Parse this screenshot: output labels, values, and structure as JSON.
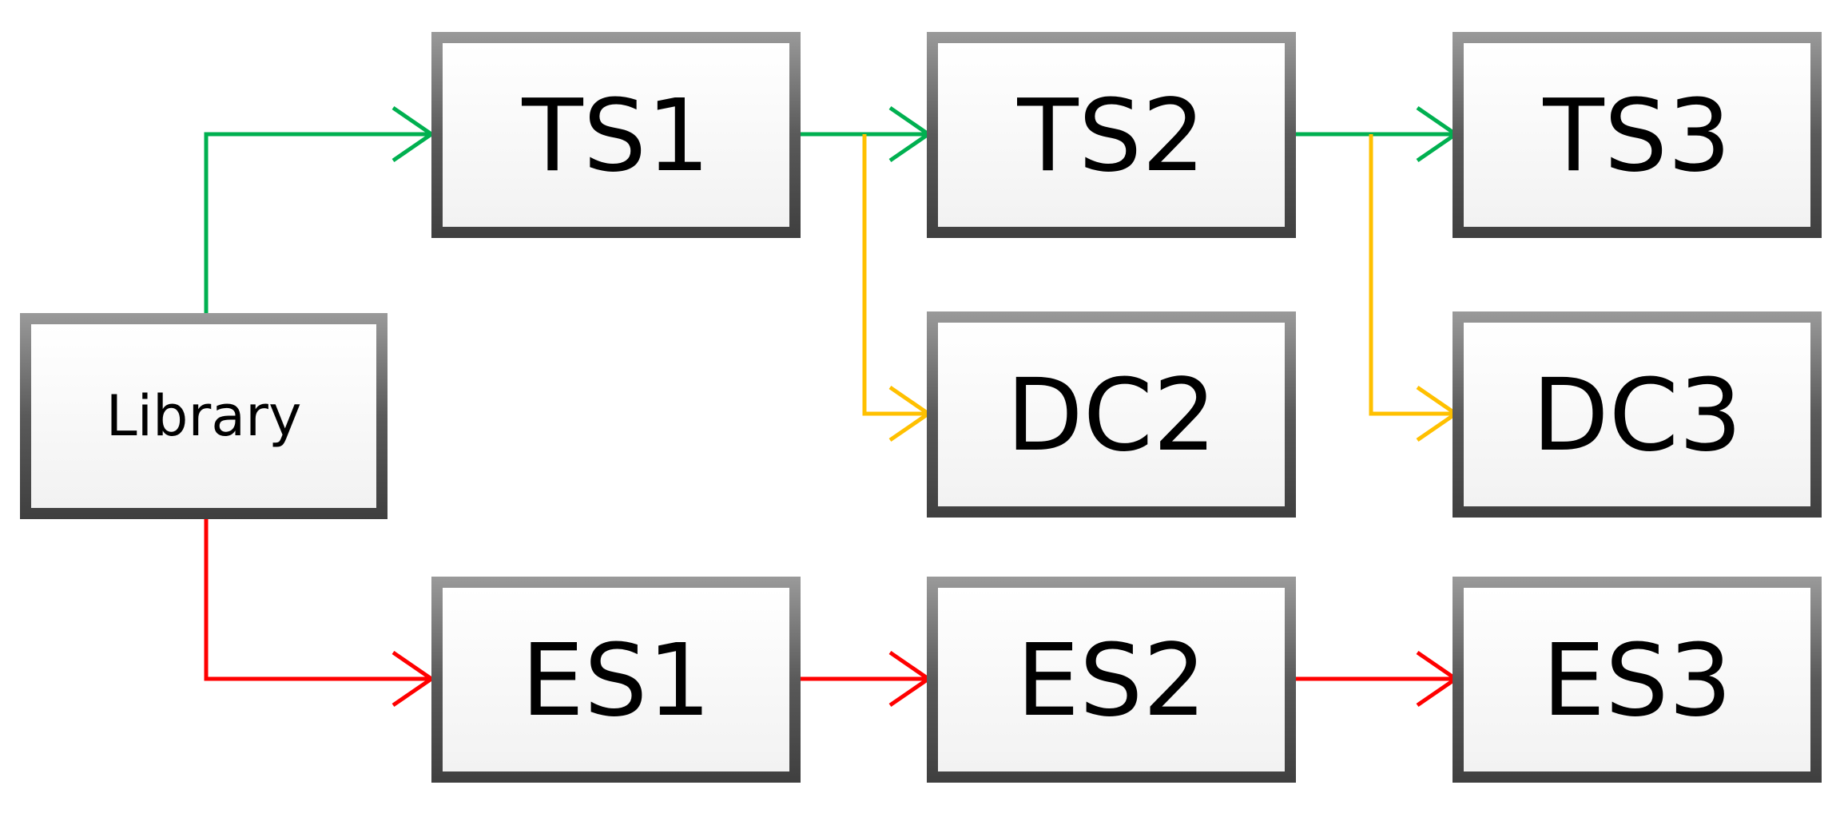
{
  "nodes": {
    "library": {
      "label": "Library"
    },
    "ts1": {
      "label": "TS1"
    },
    "ts2": {
      "label": "TS2"
    },
    "ts3": {
      "label": "TS3"
    },
    "dc2": {
      "label": "DC2"
    },
    "dc3": {
      "label": "DC3"
    },
    "es1": {
      "label": "ES1"
    },
    "es2": {
      "label": "ES2"
    },
    "es3": {
      "label": "ES3"
    }
  },
  "colors": {
    "ts_path": "#00b050",
    "dc_path": "#ffc000",
    "es_path": "#ff0000",
    "box_fill": "#ffffff",
    "box_frame_dark": "#3f3f3f",
    "box_frame_light": "#9a9a9a"
  }
}
